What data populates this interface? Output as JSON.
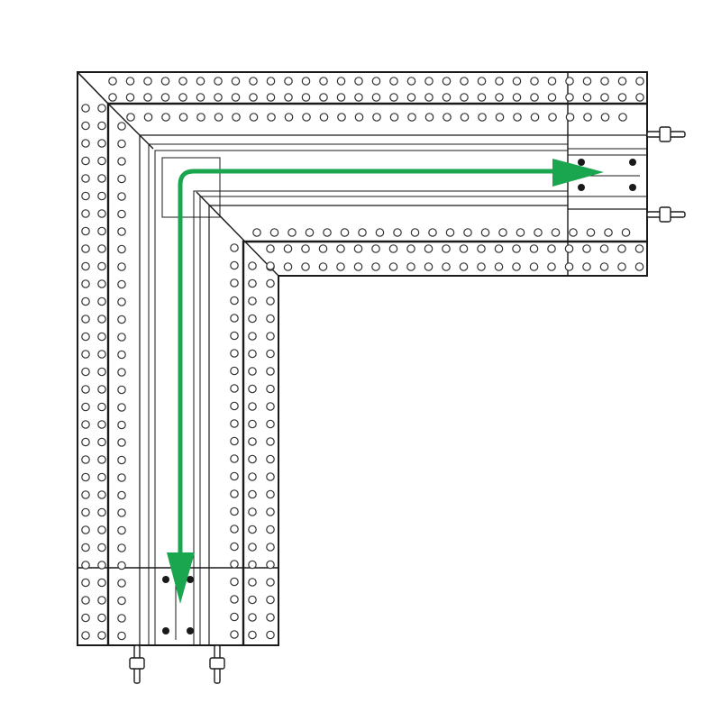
{
  "diagram": {
    "kind": "corner-connector-technical-drawing",
    "stroke_color": "#1a1a1a",
    "hole_stroke_color": "#333333",
    "fill_color": "#ffffff",
    "arrow_color": "#1aa64e",
    "icons": {
      "holes": "circle-outline",
      "rivets": "filled-dot",
      "flow": "arrow"
    }
  }
}
